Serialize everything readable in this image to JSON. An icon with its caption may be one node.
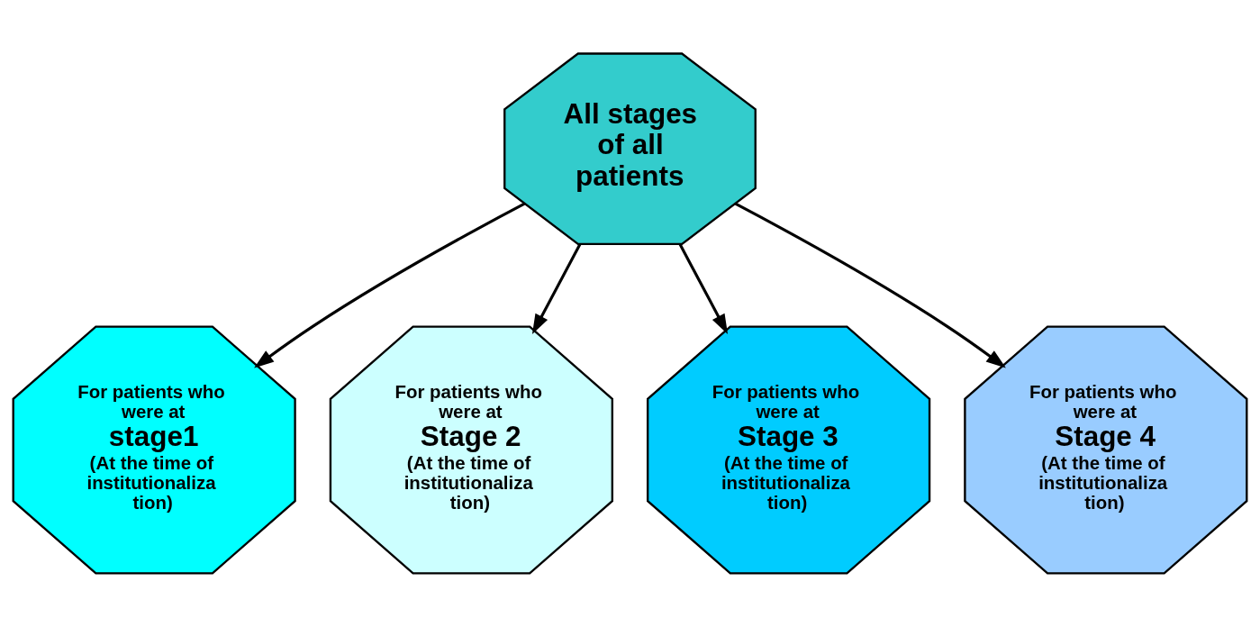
{
  "diagram": {
    "nodes": [
      {
        "text": [
          "All stages of all patients"
        ]
      },
      {
        "text": [
          "For patients who were at",
          "stage1",
          "(At the time of institutionaliza tion)"
        ]
      },
      {
        "text": [
          "For patients who were at",
          "Stage 2",
          "(At the time of institutionaliza tion)"
        ]
      },
      {
        "text": [
          "For patients who were at",
          "Stage 3",
          "(At the time of institutionaliza tion)"
        ]
      },
      {
        "text": [
          "For patients who were at",
          "Stage 4",
          "(At the time of institutionaliza tion)"
        ]
      }
    ],
    "edges": [
      {
        "from": 0,
        "to": 1,
        "arrow": "to"
      },
      {
        "from": 0,
        "to": 2,
        "arrow": "to"
      },
      {
        "from": 0,
        "to": 3,
        "arrow": "to"
      },
      {
        "from": 0,
        "to": 4,
        "arrow": "to"
      }
    ]
  }
}
